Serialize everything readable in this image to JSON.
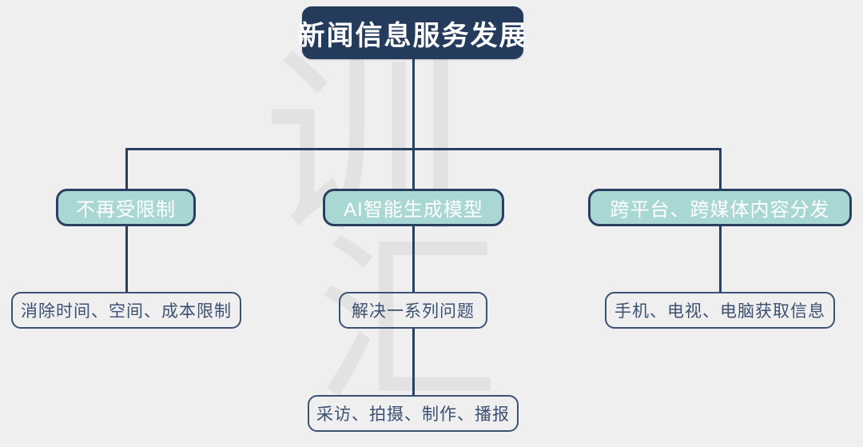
{
  "diagram": {
    "title": "新闻信息服务发展",
    "type": "tree-org-chart",
    "background_color": "#efefef",
    "colors": {
      "root_fill": "#243b5c",
      "root_text": "#ffffff",
      "level2_fill": "#a9d8d4",
      "level2_border": "#2b3f60",
      "level2_text": "#ffffff",
      "level3_border": "#3d5273",
      "level3_text": "#3c5071",
      "connector": "#2b3f60",
      "watermark": "#e2e2e2"
    },
    "watermark": {
      "top_glyph": "训",
      "bottom_glyph": "汇"
    },
    "root": {
      "label": "新闻信息服务发展"
    },
    "branches": [
      {
        "label": "不再受限制",
        "children": [
          {
            "label": "消除时间、空间、成本限制"
          }
        ]
      },
      {
        "label": "AI智能生成模型",
        "children": [
          {
            "label": "解决一系列问题"
          },
          {
            "label": "采访、拍摄、制作、播报"
          }
        ]
      },
      {
        "label": "跨平台、跨媒体内容分发",
        "children": [
          {
            "label": "手机、电视、电脑获取信息"
          }
        ]
      }
    ]
  }
}
